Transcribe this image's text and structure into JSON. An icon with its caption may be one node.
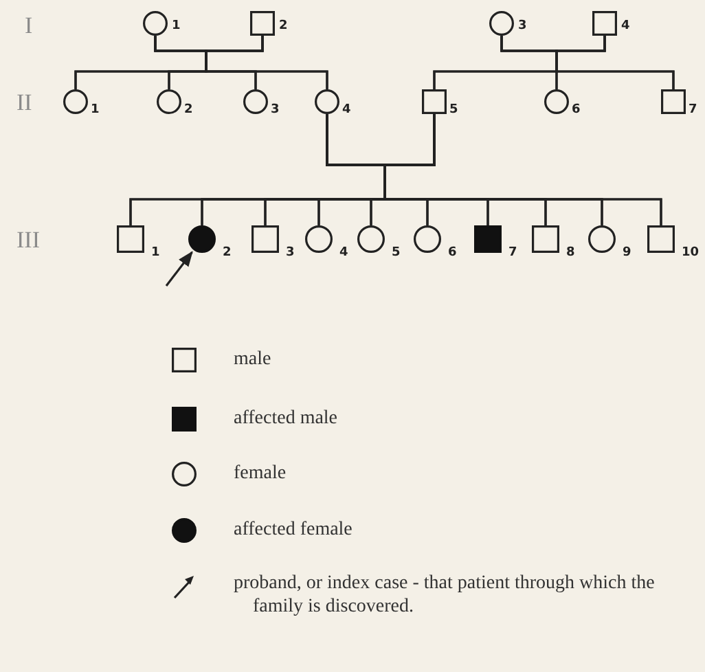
{
  "diagram": {
    "nodes": [
      {
        "text": [],
        "shape": "circle",
        "beside": [
          "1"
        ]
      },
      {
        "text": [],
        "shape": "box",
        "beside": [
          "2"
        ]
      },
      {
        "text": [],
        "shape": "circle",
        "beside": [
          "3"
        ]
      },
      {
        "text": [],
        "shape": "box",
        "beside": [
          "4"
        ]
      },
      {
        "text": [],
        "shape": "circle",
        "beside": [
          "1"
        ]
      },
      {
        "text": [],
        "shape": "circle",
        "beside": [
          "2"
        ]
      },
      {
        "text": [],
        "shape": "circle",
        "beside": [
          "3"
        ]
      },
      {
        "text": [],
        "shape": "circle",
        "beside": [
          "4"
        ]
      },
      {
        "text": [],
        "shape": "box",
        "beside": [
          "5"
        ]
      },
      {
        "text": [],
        "shape": "circle",
        "beside": [
          "6"
        ]
      },
      {
        "text": [],
        "shape": "box",
        "beside": [
          "7"
        ]
      },
      {
        "text": [],
        "shape": "box",
        "beside": [
          "1"
        ]
      },
      {
        "text": [],
        "shape": "filled-circle",
        "beside": [
          "2"
        ]
      },
      {
        "text": [],
        "shape": "box",
        "beside": [
          "3"
        ]
      },
      {
        "text": [],
        "shape": "circle",
        "beside": [
          "4"
        ]
      },
      {
        "text": [],
        "shape": "circle",
        "beside": [
          "5"
        ]
      },
      {
        "text": [],
        "shape": "circle",
        "beside": [
          "6"
        ]
      },
      {
        "text": [],
        "shape": "filled-box",
        "beside": [
          "7"
        ]
      },
      {
        "text": [],
        "shape": "box",
        "beside": [
          "8"
        ]
      },
      {
        "text": [],
        "shape": "circle",
        "beside": [
          "9"
        ]
      },
      {
        "text": [],
        "shape": "box",
        "beside": [
          "10"
        ]
      }
    ],
    "edges": [
      {
        "from": 0,
        "to": 1,
        "arrow": "none"
      },
      {
        "from": 2,
        "to": 3,
        "arrow": "none"
      },
      {
        "from": 7,
        "to": 8,
        "arrow": "none"
      },
      {
        "from": 0,
        "to": 4,
        "arrow": "none"
      },
      {
        "from": 0,
        "to": 5,
        "arrow": "none"
      },
      {
        "from": 0,
        "to": 6,
        "arrow": "none"
      },
      {
        "from": 0,
        "to": 7,
        "arrow": "none"
      },
      {
        "from": 1,
        "to": 4,
        "arrow": "none"
      },
      {
        "from": 1,
        "to": 5,
        "arrow": "none"
      },
      {
        "from": 1,
        "to": 6,
        "arrow": "none"
      },
      {
        "from": 1,
        "to": 7,
        "arrow": "none"
      },
      {
        "from": 2,
        "to": 8,
        "arrow": "none"
      },
      {
        "from": 2,
        "to": 9,
        "arrow": "none"
      },
      {
        "from": 2,
        "to": 10,
        "arrow": "none"
      },
      {
        "from": 3,
        "to": 8,
        "arrow": "none"
      },
      {
        "from": 3,
        "to": 9,
        "arrow": "none"
      },
      {
        "from": 3,
        "to": 10,
        "arrow": "none"
      },
      {
        "from": 7,
        "to": 11,
        "arrow": "none"
      },
      {
        "from": 7,
        "to": 12,
        "arrow": "none"
      },
      {
        "from": 7,
        "to": 13,
        "arrow": "none"
      },
      {
        "from": 7,
        "to": 14,
        "arrow": "none"
      },
      {
        "from": 7,
        "to": 15,
        "arrow": "none"
      },
      {
        "from": 7,
        "to": 16,
        "arrow": "none"
      },
      {
        "from": 7,
        "to": 17,
        "arrow": "none"
      },
      {
        "from": 7,
        "to": 18,
        "arrow": "none"
      },
      {
        "from": 7,
        "to": 19,
        "arrow": "none"
      },
      {
        "from": 7,
        "to": 20,
        "arrow": "none"
      },
      {
        "from": 8,
        "to": 11,
        "arrow": "none"
      },
      {
        "from": 8,
        "to": 12,
        "arrow": "none"
      },
      {
        "from": 8,
        "to": 13,
        "arrow": "none"
      },
      {
        "from": 8,
        "to": 14,
        "arrow": "none"
      },
      {
        "from": 8,
        "to": 15,
        "arrow": "none"
      },
      {
        "from": 8,
        "to": 16,
        "arrow": "none"
      },
      {
        "from": 8,
        "to": 17,
        "arrow": "none"
      },
      {
        "from": 8,
        "to": 18,
        "arrow": "none"
      },
      {
        "from": 8,
        "to": 19,
        "arrow": "none"
      },
      {
        "from": 8,
        "to": 20,
        "arrow": "none"
      },
      {
        "from": null,
        "to": 12,
        "arrow": "to"
      }
    ],
    "labels": [
      "I",
      "II",
      "III"
    ],
    "legend": [
      {
        "text": "male"
      },
      {
        "text": "affected male"
      },
      {
        "text": "female"
      },
      {
        "text": "affected female"
      },
      {
        "text": "proband, or index case - that patient through which the family is discovered."
      }
    ]
  }
}
